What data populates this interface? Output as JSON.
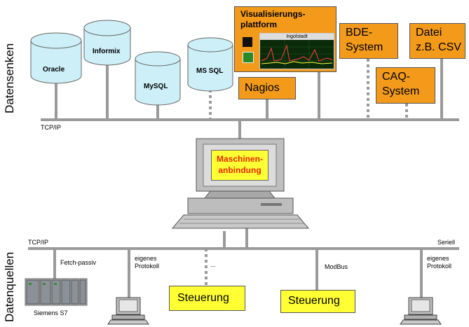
{
  "colors": {
    "orange_box": "#f39a1b",
    "yellow_box": "#ffff33",
    "line_gray": "#9a9a9a",
    "db_cyan": "#cdeff7",
    "machine_label": "#e8280a"
  },
  "sections": {
    "sinks": "Datensenken",
    "sources": "Datenquellen"
  },
  "top_bus": {
    "label": "TCP/IP"
  },
  "databases": [
    {
      "name": "Oracle"
    },
    {
      "name": "Informix"
    },
    {
      "name": "MySQL"
    },
    {
      "name": "MS SQL"
    }
  ],
  "viz": {
    "title_line1": "Visualisierungs-",
    "title_line2": "plattform",
    "screen_title": "Ingolstadt"
  },
  "nagios": "Nagios",
  "bde": {
    "line1": "BDE-",
    "line2": "System"
  },
  "caq": {
    "line1": "CAQ-",
    "line2": "System"
  },
  "datei": {
    "line1": "Datei",
    "line2": "z.B. CSV"
  },
  "machine": {
    "line1": "Maschinen-",
    "line2": "anbindung"
  },
  "bottom_bus": {
    "left_label": "TCP/IP",
    "right_label": "Seriell"
  },
  "sources": {
    "fetch": "Fetch-passiv",
    "eigenes1_line1": "eigenes",
    "eigenes1_line2": "Protokoll",
    "dots": "...",
    "modbus": "ModBus",
    "eigenes2_line1": "eigenes",
    "eigenes2_line2": "Protokoll",
    "siemens": "Siemens S7",
    "steuerung1": "Steuerung",
    "steuerung2": "Steuerung"
  },
  "icons": [
    "database-icon",
    "computer-icon",
    "monitor-icon",
    "plc-icon",
    "chart-icon"
  ]
}
